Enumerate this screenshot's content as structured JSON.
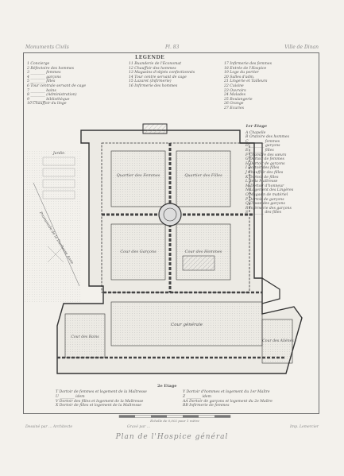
{
  "header": {
    "left": "Monuments Civils",
    "center": "Pl. 83",
    "right": "Ville de Dinan"
  },
  "legend_top": {
    "title": "LEGENDE",
    "col1": [
      "1 Concierge",
      "2 Réfectoire des hommes",
      "3 ________ femmes",
      "4 ________ garçons",
      "5 ________ filles",
      "6 Tour centrale servant de cage",
      "7 ________ bains",
      "8 ________ (Administration)",
      "9 ________ bibliothèque",
      "10 Chauffoir du linge"
    ],
    "col2": [
      "11 Buanderie de l'Economat",
      "12 Chauffoir des hommes",
      "13 Magasins d'objets confectionnés",
      "14 Tour centre servant de cage",
      "15 Lazaret (Infirmerie)",
      "16 Infirmerie des hommes"
    ],
    "col3": [
      "17 Infirmerie des femmes",
      "18 Entrée de l'Hospice",
      "19 Loge du portier",
      "20 Salles d'adm.",
      "21 Lingerie et Tailleurs",
      "22 Cuisine",
      "23 Ouvroirs",
      "24 Malades",
      "25 Boulangerie",
      "26 Grange",
      "27 Ecuries"
    ]
  },
  "legend_right": {
    "title": "1er Etage",
    "items": [
      "A Chapelle",
      "B Oratoire des hommes",
      "C ________ femmes",
      "D ________ garçons",
      "E ________ filles",
      "F Chambre des sœurs",
      "G Dortoir de femmes",
      "H Dortoir de garçons",
      "I Dortoir des filles",
      "J Chauffoir des filles",
      "K Dortoir de filles",
      "L de la Maîtresse",
      "M Dortoir d'honneur",
      "N Logement des Lingères",
      "O Magasin de matériel",
      "P Dortoir de garçons",
      "Q Classe des garçons",
      "R Infirmerie des garçons",
      "S ________ des filles"
    ]
  },
  "plan_labels": {
    "court_1": "Quartier des Femmes",
    "court_2": "Quartier des Filles",
    "court_3": "Cour des Garçons",
    "court_4": "Cour des Hommes",
    "court_5": "Cour générale",
    "court_left": "Cour des Bains",
    "court_right": "Cour des Aliénés",
    "street": "Promenade de la Duchesse Anne",
    "garden": "Jardin"
  },
  "legend_bottom": {
    "title": "2e Etage",
    "col1": [
      "T Dortoir de femmes et logement de la Maîtresse",
      "U ________ idem",
      "V Dortoir des filles et logement de la Maîtresse",
      "X Dortoir de filles et logement de la Maîtresse"
    ],
    "col2": [
      "Y Dortoir d'hommes et logement du 1er Maître",
      "Z ________ idem",
      "AA Dortoir de garçons et logement du 2e Maître",
      "BB Infirmerie de femmes"
    ]
  },
  "scale": {
    "label": "Échelle de 0,002 pour 1 mètre"
  },
  "footer": {
    "left": "Dessiné par ... Architecte",
    "center": "Gravé par ...",
    "right": "Imp. Lemercier"
  },
  "caption": "Plan de l'Hospice général"
}
